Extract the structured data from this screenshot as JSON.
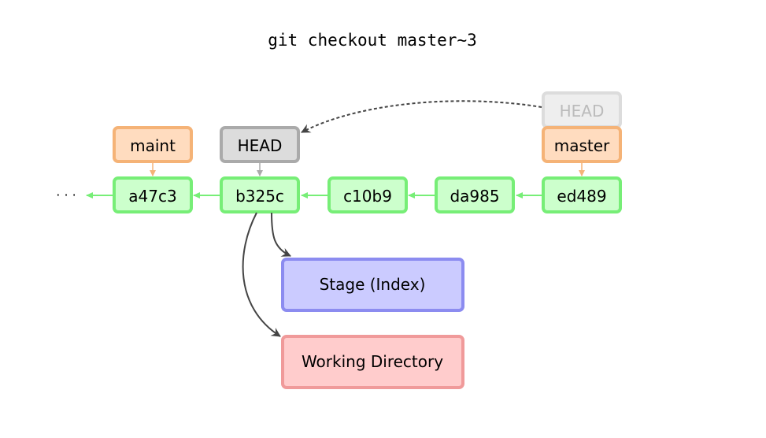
{
  "title": "git checkout master~3",
  "ellipsis": "· · ·",
  "commits": [
    {
      "id": "a47c3"
    },
    {
      "id": "b325c"
    },
    {
      "id": "c10b9"
    },
    {
      "id": "da985"
    },
    {
      "id": "ed489"
    }
  ],
  "refs": {
    "maint": "maint",
    "head": "HEAD",
    "master": "master",
    "old_head": "HEAD"
  },
  "areas": {
    "stage": "Stage (Index)",
    "working": "Working Directory"
  },
  "colors": {
    "commit_fill": "#ccffcc",
    "commit_stroke": "#77ee77",
    "branch_fill": "#ffdcbf",
    "branch_stroke": "#f5b377",
    "head_fill": "#dcdcdc",
    "head_stroke": "#aaaaaa",
    "stage_fill": "#cbcbff",
    "stage_stroke": "#8c8cf0",
    "working_fill": "#ffcccc",
    "working_stroke": "#f09a9a"
  }
}
